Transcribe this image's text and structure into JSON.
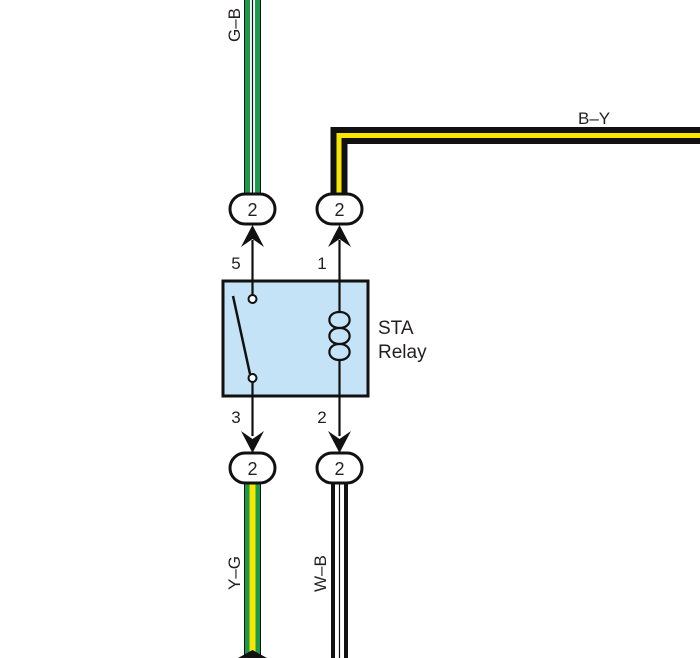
{
  "wires": {
    "top_left": {
      "label": "G–B",
      "colors": [
        "#1a9a4a",
        "#ffffff",
        "#1a9a4a"
      ]
    },
    "top_right": {
      "label": "B–Y",
      "colors": [
        "#111111",
        "#f6e600",
        "#111111"
      ]
    },
    "bottom_left": {
      "label": "Y–G",
      "colors": [
        "#1a9a4a",
        "#f6e600",
        "#1a9a4a"
      ]
    },
    "bottom_right": {
      "label": "W–B",
      "colors": [
        "#111111",
        "#ffffff",
        "#111111"
      ]
    }
  },
  "connectors": {
    "top_left": "2",
    "top_right": "2",
    "bottom_left": "2",
    "bottom_right": "2"
  },
  "pins": {
    "p5": "5",
    "p1": "1",
    "p3": "3",
    "p2": "2"
  },
  "relay": {
    "line1": "STA",
    "line2": "Relay",
    "fill": "#c4e3f6"
  }
}
